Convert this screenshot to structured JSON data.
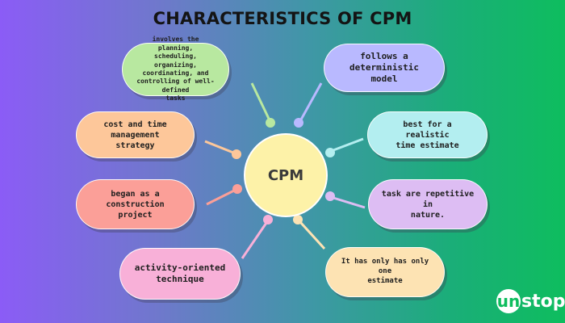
{
  "title": "CHARACTERISTICS OF CPM",
  "center_label": "CPM",
  "logo": {
    "mark": "un",
    "text": "stop"
  },
  "items": {
    "planning": "involves the planning,\nscheduling, organizing,\ncoordinating, and\ncontrolling of well-defined\ntasks",
    "cost_time": "cost and time\nmanagement\nstrategy",
    "construction": "began as a\nconstruction project",
    "activity": "activity-oriented\ntechnique",
    "deterministic": "follows a\ndeterministic model",
    "realistic": "best for a realistic\ntime estimate",
    "repetitive": "task are repetitive in\nnature.",
    "one_estimate": "It has only has only one\nestimate"
  },
  "colors": {
    "planning": "#b8e8a0",
    "cost_time": "#fdc79a",
    "construction": "#fb9f98",
    "activity": "#f8b0d8",
    "deterministic": "#b9b9ff",
    "realistic": "#b3eef0",
    "repetitive": "#ddbdf3",
    "one_estimate": "#fde3b3",
    "center": "#fdf2a8"
  }
}
